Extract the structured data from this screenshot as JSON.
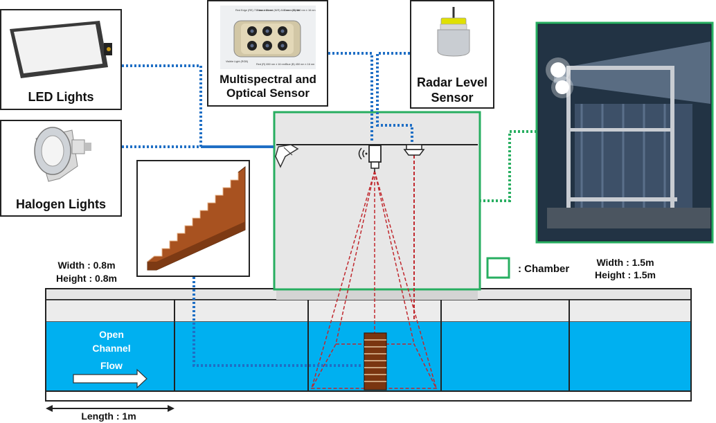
{
  "cards": {
    "led": {
      "title": "LED Lights"
    },
    "halogen": {
      "title": "Halogen Lights"
    },
    "multispectral": {
      "title": "Multispectral and Optical Sensor",
      "photo_labels": [
        "Red Edge (RE) 730 nm ± 16 nm",
        "Near-infrared (NIR) 840 nm ± 26 nm",
        "Green (G) 560 nm ± 16 nm",
        "Visible Light (RGB)",
        "Red (R) 650 nm ± 16 nm",
        "Blue (B) 450 nm ± 16 nm"
      ]
    },
    "radar": {
      "title": "Radar Level Sensor"
    }
  },
  "dimensions": {
    "step": {
      "width": "Width : 0.8m",
      "height": "Height : 0.8m"
    },
    "chamber": {
      "width": "Width : 1.5m",
      "height": "Height : 1.5m"
    },
    "length": "Length : 1m"
  },
  "legend": {
    "chamber_label": ": Chamber"
  },
  "channel": {
    "label_line1": "Open",
    "label_line2": "Channel",
    "flow_label": "Flow"
  },
  "colors": {
    "water": "#00b0f0",
    "chamber_border": "#27ae60",
    "chamber_fill": "#e7e7e7",
    "connector_blue": "#1f6fc5",
    "connector_green": "#27ae60",
    "beam_red": "#c0272d",
    "stair_brown": "#b5561c"
  },
  "icons": [
    "led-floodlight-icon",
    "halogen-bulb-icon",
    "multispectral-camera-icon",
    "radar-sensor-icon",
    "staircase-icon",
    "chamber-photo"
  ]
}
